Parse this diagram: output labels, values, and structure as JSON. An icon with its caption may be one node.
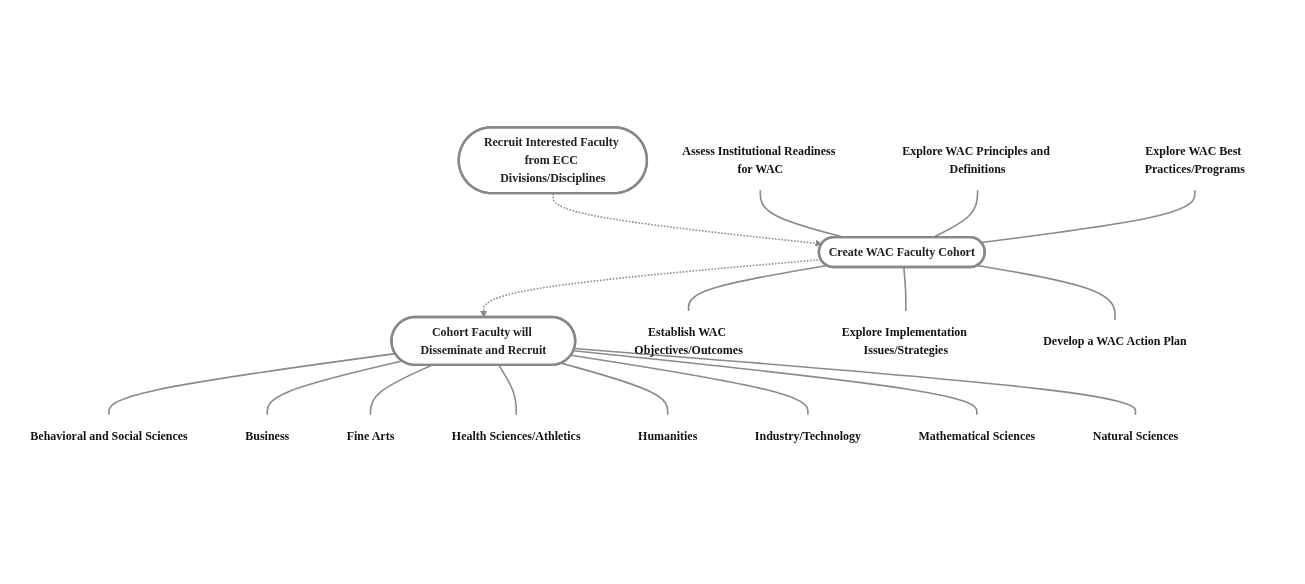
{
  "diagram": {
    "nodes": [
      {
        "text": [
          "Recruit Interested Faculty from ECC Divisions/Disciplines"
        ]
      },
      {
        "text": [
          "Create WAC Faculty Cohort"
        ]
      },
      {
        "text": [
          "Cohort Faculty will Disseminate and Recruit"
        ]
      },
      {
        "text": [
          "Assess Institutional Readiness for WAC"
        ]
      },
      {
        "text": [
          "Explore WAC Principles and Definitions"
        ]
      },
      {
        "text": [
          "Explore WAC Best Practices/Programs"
        ]
      },
      {
        "text": [
          "Establish WAC Objectives/Outcomes"
        ]
      },
      {
        "text": [
          "Explore Implementation Issues/Strategies"
        ]
      },
      {
        "text": [
          "Develop a WAC Action Plan"
        ]
      },
      {
        "text": [
          "Behavioral and Social Sciences"
        ]
      },
      {
        "text": [
          "Business"
        ]
      },
      {
        "text": [
          "Fine Arts"
        ]
      },
      {
        "text": [
          "Health Sciences/Athletics"
        ]
      },
      {
        "text": [
          "Humanities"
        ]
      },
      {
        "text": [
          "Industry/Technology"
        ]
      },
      {
        "text": [
          "Mathematical Sciences"
        ]
      },
      {
        "text": [
          "Natural Sciences"
        ]
      }
    ],
    "edges": [
      {
        "from": 0,
        "to": 1,
        "arrow": "to",
        "style": "dashed"
      },
      {
        "from": 1,
        "to": 2,
        "arrow": "to",
        "style": "dashed"
      },
      {
        "from": 3,
        "to": 1,
        "arrow": "none"
      },
      {
        "from": 4,
        "to": 1,
        "arrow": "none"
      },
      {
        "from": 5,
        "to": 1,
        "arrow": "none"
      },
      {
        "from": 1,
        "to": 6,
        "arrow": "none"
      },
      {
        "from": 1,
        "to": 7,
        "arrow": "none"
      },
      {
        "from": 1,
        "to": 8,
        "arrow": "none"
      },
      {
        "from": 2,
        "to": 9,
        "arrow": "none"
      },
      {
        "from": 2,
        "to": 10,
        "arrow": "none"
      },
      {
        "from": 2,
        "to": 11,
        "arrow": "none"
      },
      {
        "from": 2,
        "to": 12,
        "arrow": "none"
      },
      {
        "from": 2,
        "to": 13,
        "arrow": "none"
      },
      {
        "from": 2,
        "to": 14,
        "arrow": "none"
      },
      {
        "from": 2,
        "to": 15,
        "arrow": "none"
      },
      {
        "from": 2,
        "to": 16,
        "arrow": "none"
      }
    ]
  }
}
